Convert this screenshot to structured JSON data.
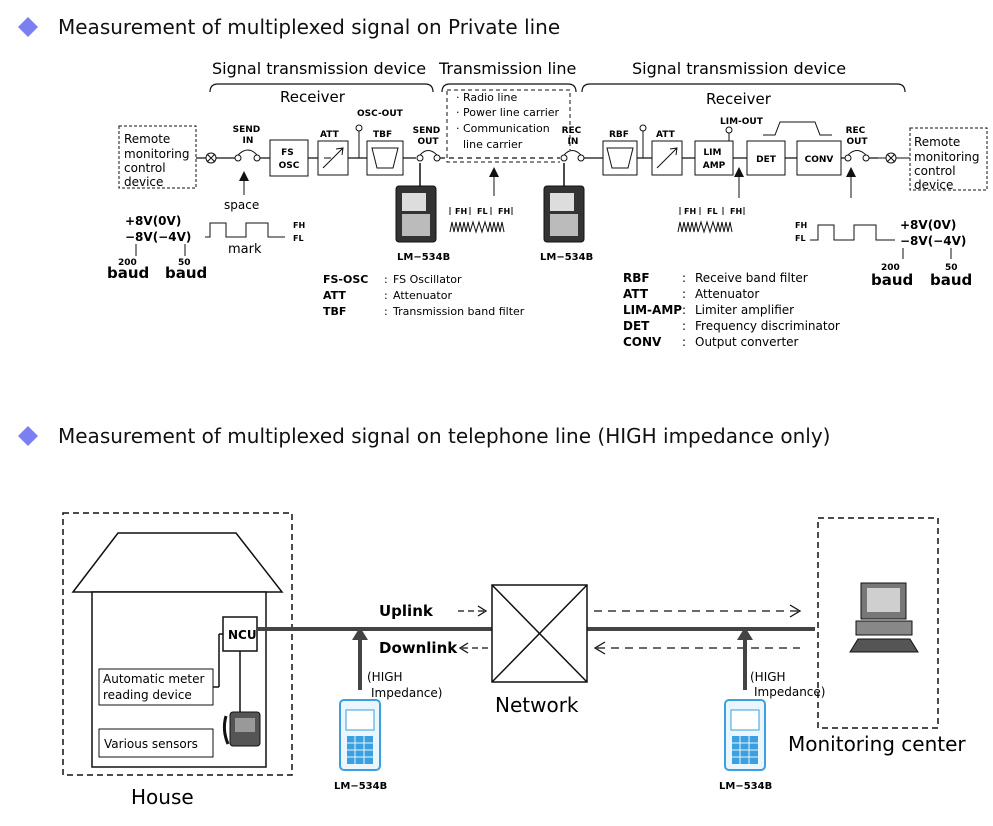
{
  "section1": {
    "title": "Measurement of multiplexed signal on Private line",
    "left_device_label": "Signal transmission device",
    "transmission_line_label": "Transmission line",
    "right_device_label": "Signal transmission device",
    "left_receiver_label": "Receiver",
    "right_receiver_label": "Receiver",
    "remote_left": [
      "Remote",
      "monitoring",
      "control",
      "device"
    ],
    "remote_right": [
      "Remote",
      "monitoring",
      "control",
      "device"
    ],
    "send_in": [
      "SEND",
      "IN"
    ],
    "osc_out": "OSC-OUT",
    "send_out": [
      "SEND",
      "OUT"
    ],
    "rec_in": [
      "REC",
      "IN"
    ],
    "lim_out": "LIM-OUT",
    "rec_out": [
      "REC",
      "OUT"
    ],
    "blocks_left": {
      "fs_osc": [
        "FS",
        "OSC"
      ],
      "att": "ATT",
      "tbf": "TBF"
    },
    "blocks_right": {
      "rbf": "RBF",
      "att": "ATT",
      "lim_amp": [
        "LIM",
        "AMP"
      ],
      "det": "DET",
      "conv": "CONV"
    },
    "line_types": [
      "· Radio line",
      "· Power line carrier",
      "· Communication",
      "line carrier"
    ],
    "space_label": "space",
    "mark_label": "mark",
    "left_levels": [
      "+8V(0V)",
      "−8V(−4V)"
    ],
    "right_levels": [
      "+8V(0V)",
      "−8V(−4V)"
    ],
    "fh": "FH",
    "fl": "FL",
    "freq_labels": [
      "FH",
      "FL",
      "FH"
    ],
    "baud_left": [
      {
        "num": "200",
        "unit": "baud"
      },
      {
        "num": "50",
        "unit": "baud"
      }
    ],
    "baud_right": [
      {
        "num": "200",
        "unit": "baud"
      },
      {
        "num": "50",
        "unit": "baud"
      }
    ],
    "meter_label": "LM−534B",
    "legend_left": [
      {
        "abbr": "FS-OSC",
        "desc": "FS Oscillator"
      },
      {
        "abbr": "ATT",
        "desc": "Attenuator"
      },
      {
        "abbr": "TBF",
        "desc": "Transmission band filter"
      }
    ],
    "legend_right": [
      {
        "abbr": "RBF",
        "desc": "Receive band filter"
      },
      {
        "abbr": "ATT",
        "desc": "Attenuator"
      },
      {
        "abbr": "LIM-AMP",
        "desc": "Limiter amplifier"
      },
      {
        "abbr": "DET",
        "desc": "Frequency discriminator"
      },
      {
        "abbr": "CONV",
        "desc": "Output converter"
      }
    ]
  },
  "section2": {
    "title": "Measurement of multiplexed signal on telephone line (HIGH impedance only)",
    "ncu": "NCU",
    "meter_reading": [
      "Automatic meter",
      "reading device"
    ],
    "sensors": "Various sensors",
    "uplink": "Uplink",
    "downlink": "Downlink",
    "network": "Network",
    "house": "House",
    "monitoring_center": "Monitoring center",
    "impedance": [
      "(HIGH",
      "Impedance)"
    ],
    "meter_label": "LM−534B"
  },
  "colors": {
    "bullet": "#7b7ff0",
    "meter_blue": "#3aa0e0",
    "line": "#111111"
  }
}
